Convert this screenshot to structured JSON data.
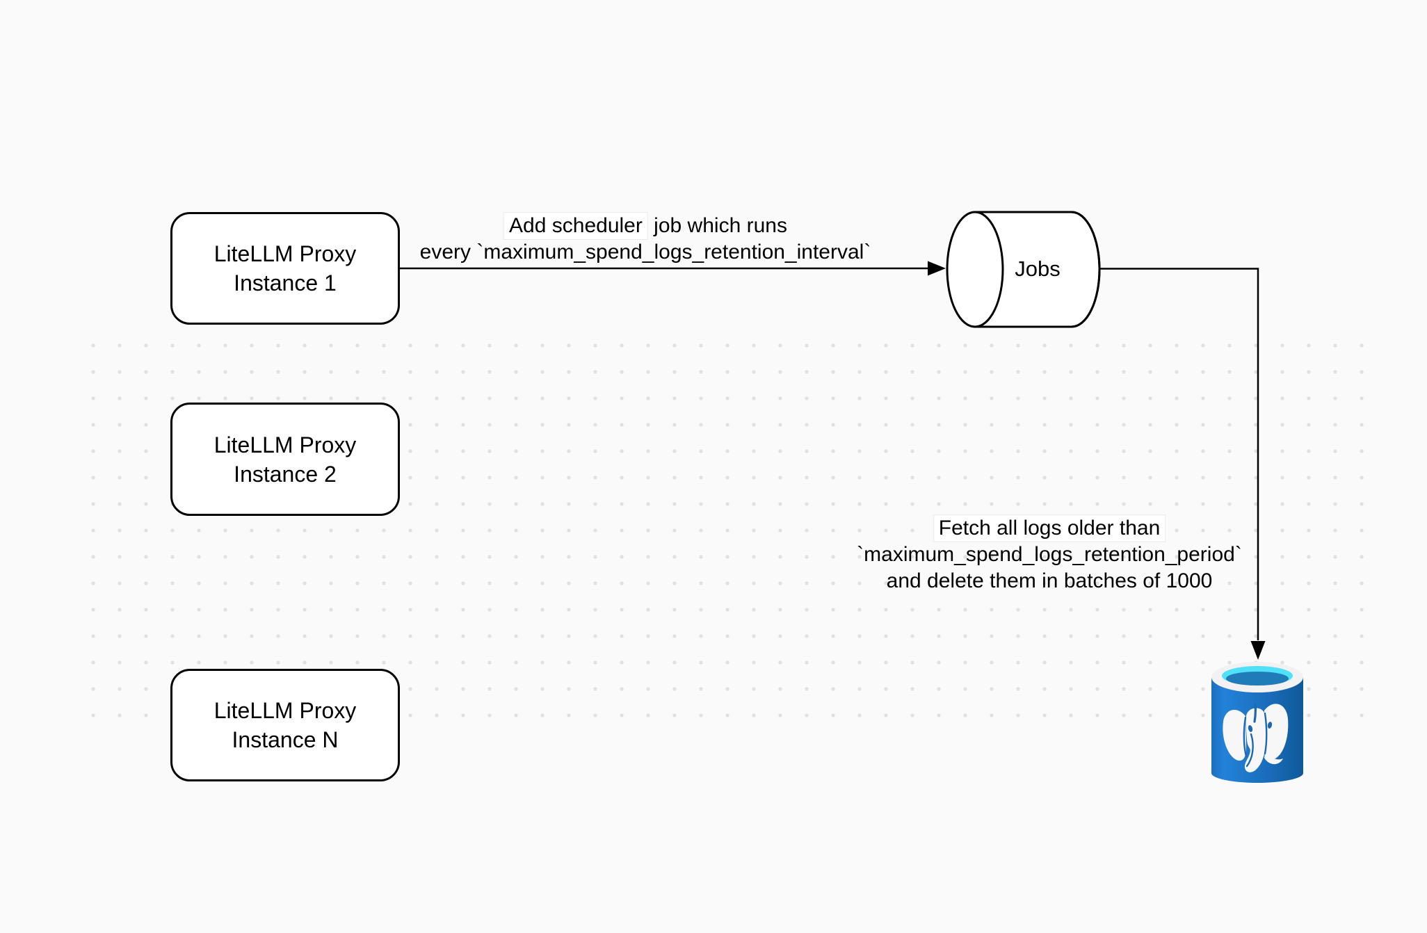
{
  "canvas": {
    "background": "#fafafa",
    "dot_color": "#e0e0e0",
    "stroke_color": "#000000",
    "node_fill": "#ffffff"
  },
  "nodes": {
    "proxy1": {
      "line1": "LiteLLM Proxy",
      "line2": "Instance 1"
    },
    "proxy2": {
      "line1": "LiteLLM Proxy",
      "line2": "Instance 2"
    },
    "proxyN": {
      "line1": "LiteLLM Proxy",
      "line2": "Instance N"
    },
    "jobs": {
      "label": "Jobs"
    }
  },
  "edges": {
    "scheduler": {
      "line1_boxed": "Add scheduler",
      "line1_rest": " job which runs",
      "line2": "every `maximum_spend_logs_retention_interval`"
    },
    "fetch": {
      "line1": "Fetch all logs older than",
      "line2": "`maximum_spend_logs_retention_period`",
      "line3": "and delete them in batches of 1000"
    }
  },
  "icons": {
    "postgres": {
      "name": "postgresql-database-icon",
      "body_blue_light": "#2382d8",
      "body_blue_dark": "#0f589a",
      "rim_color": "#f2f2f2",
      "top_cyan": "#50e0f8",
      "top_inner_blue": "#1f7cb8",
      "elephant_color": "#f7f7f7",
      "detail_blue": "#1b67b5"
    }
  }
}
